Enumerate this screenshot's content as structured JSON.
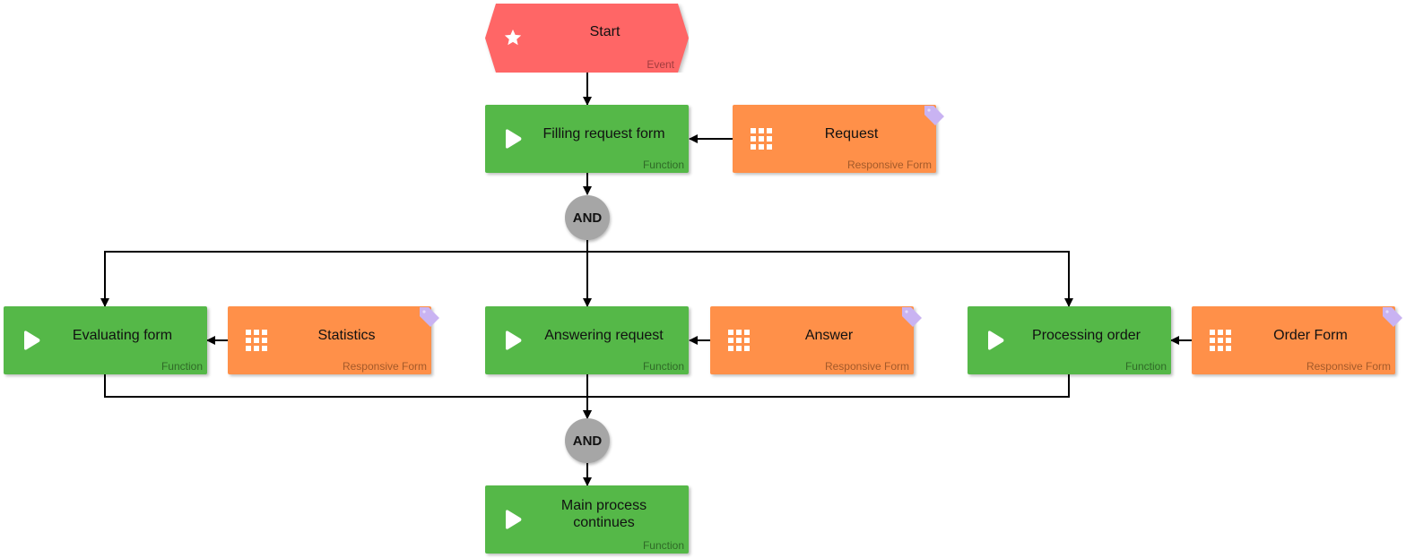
{
  "colors": {
    "event": "#ff6666",
    "function": "#55b848",
    "form": "#ff9049",
    "gateway": "#a6a6a6",
    "tag": "#c9b3f2",
    "edge": "#000000"
  },
  "start_event": {
    "label": "Start",
    "type": "Event",
    "icon": "star-icon"
  },
  "functions": {
    "filling": {
      "label": "Filling request form",
      "type": "Function",
      "icon": "play-icon"
    },
    "evaluating": {
      "label": "Evaluating form",
      "type": "Function",
      "icon": "play-icon"
    },
    "answering": {
      "label": "Answering request",
      "type": "Function",
      "icon": "play-icon"
    },
    "processing": {
      "label": "Processing order",
      "type": "Function",
      "icon": "play-icon"
    },
    "main": {
      "label": "Main process continues",
      "type": "Function",
      "icon": "play-icon"
    }
  },
  "forms": {
    "request": {
      "label": "Request",
      "type": "Responsive Form",
      "icon": "grid-icon",
      "badge": "tag-icon"
    },
    "statistics": {
      "label": "Statistics",
      "type": "Responsive Form",
      "icon": "grid-icon",
      "badge": "tag-icon"
    },
    "answer": {
      "label": "Answer",
      "type": "Responsive Form",
      "icon": "grid-icon",
      "badge": "tag-icon"
    },
    "order": {
      "label": "Order Form",
      "type": "Responsive Form",
      "icon": "grid-icon",
      "badge": "tag-icon"
    }
  },
  "gateways": {
    "split": {
      "label": "AND"
    },
    "join": {
      "label": "AND"
    }
  },
  "edges": [
    {
      "from": "start_event",
      "to": "functions.filling"
    },
    {
      "from": "forms.request",
      "to": "functions.filling"
    },
    {
      "from": "functions.filling",
      "to": "gateways.split"
    },
    {
      "from": "gateways.split",
      "to": "functions.evaluating"
    },
    {
      "from": "gateways.split",
      "to": "functions.answering"
    },
    {
      "from": "gateways.split",
      "to": "functions.processing"
    },
    {
      "from": "forms.statistics",
      "to": "functions.evaluating"
    },
    {
      "from": "forms.answer",
      "to": "functions.answering"
    },
    {
      "from": "forms.order",
      "to": "functions.processing"
    },
    {
      "from": "functions.evaluating",
      "to": "gateways.join"
    },
    {
      "from": "functions.answering",
      "to": "gateways.join"
    },
    {
      "from": "functions.processing",
      "to": "gateways.join"
    },
    {
      "from": "gateways.join",
      "to": "functions.main"
    }
  ]
}
